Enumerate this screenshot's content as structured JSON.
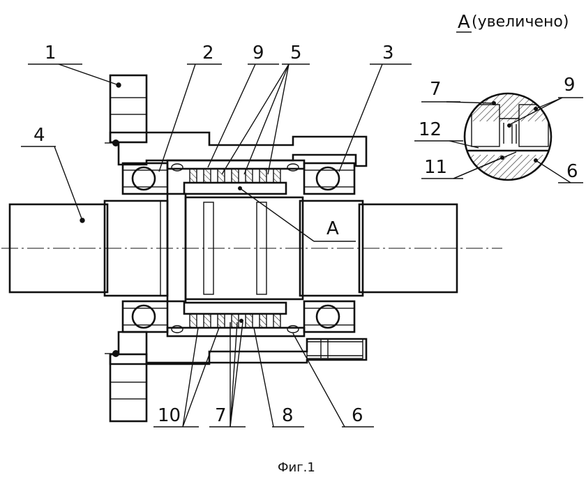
{
  "figure": {
    "caption": "Фиг.1",
    "detail_title_letter": "А",
    "detail_title_note": "(увеличено)",
    "section_marker": "А"
  },
  "callouts": {
    "c1": "1",
    "c2": "2",
    "c3": "3",
    "c4": "4",
    "c5": "5",
    "c6": "6",
    "c7": "7",
    "c8": "8",
    "c9": "9",
    "c10": "10"
  },
  "detail_callouts": {
    "d7": "7",
    "d9": "9",
    "d12": "12",
    "d11": "11",
    "d6": "6"
  }
}
